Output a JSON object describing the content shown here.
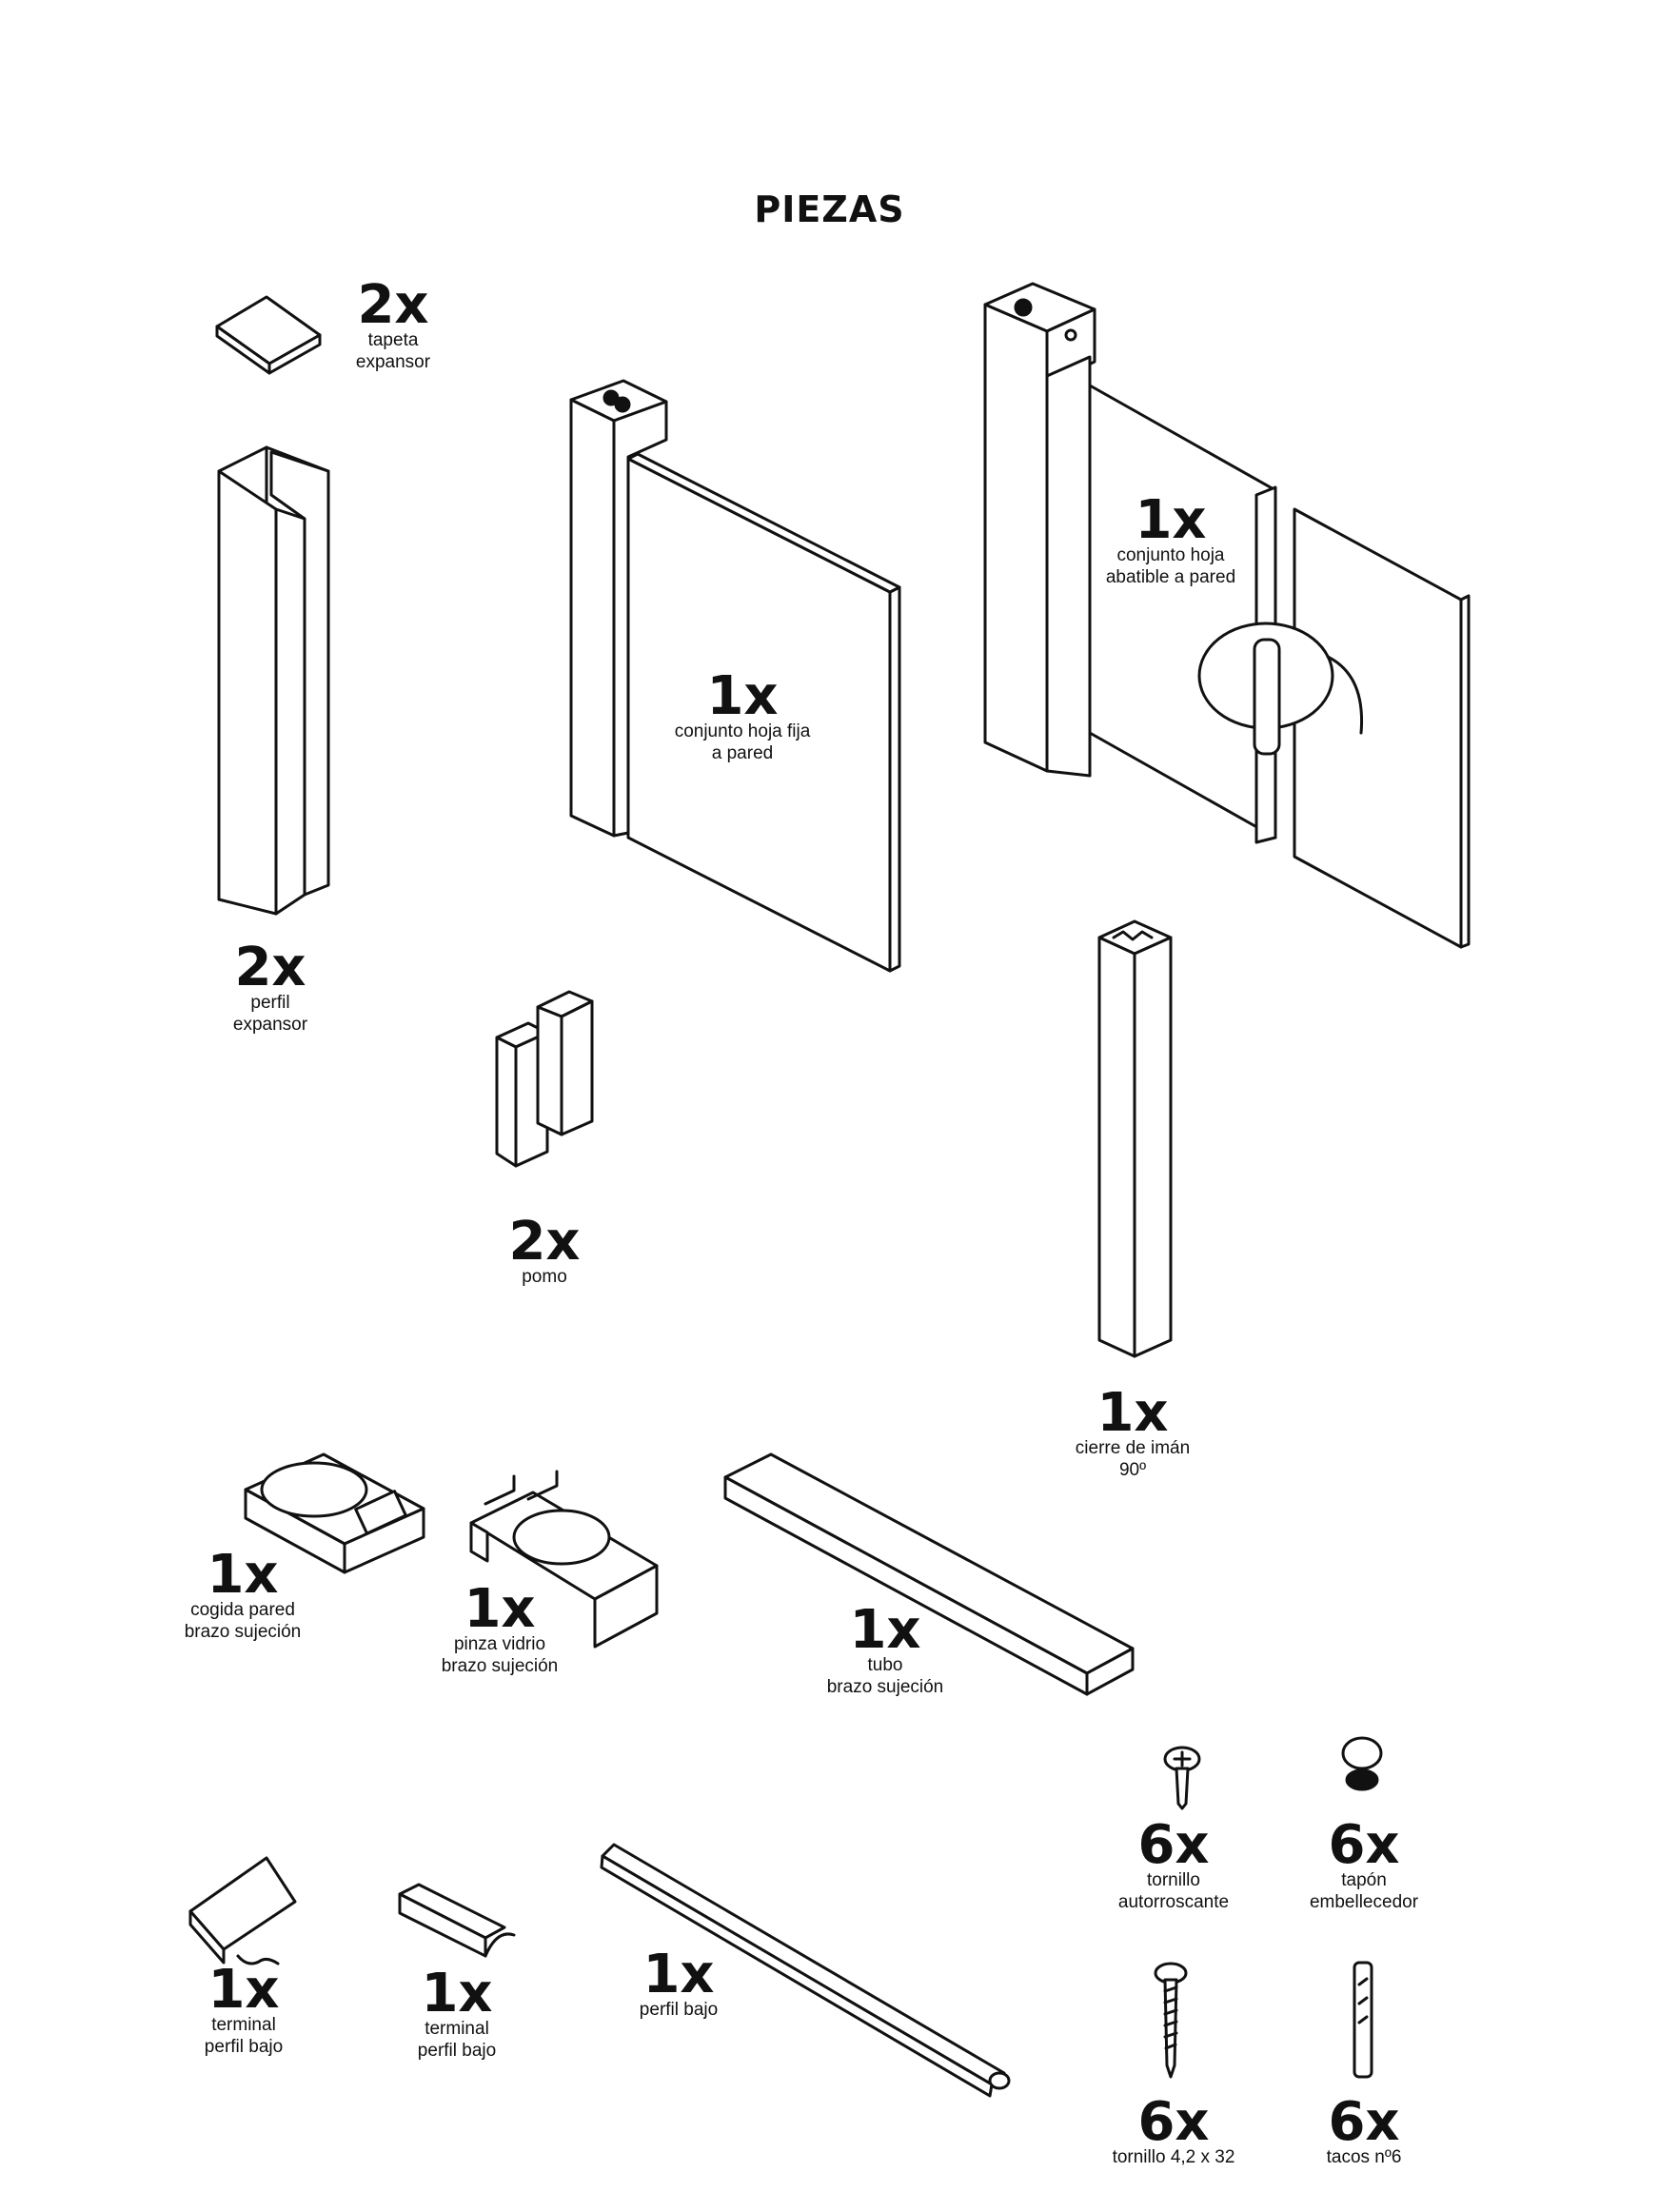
{
  "page": {
    "title": "PIEZAS"
  },
  "parts": [
    {
      "id": "tapeta-expansor",
      "quantity": "2x",
      "line1": "tapeta",
      "line2": "expansor"
    },
    {
      "id": "perfil-expansor",
      "quantity": "2x",
      "line1": "perfil",
      "line2": "expansor"
    },
    {
      "id": "conjunto-hoja-fija",
      "quantity": "1x",
      "line1": "conjunto hoja fija",
      "line2": "a pared"
    },
    {
      "id": "conjunto-hoja-abatible",
      "quantity": "1x",
      "line1": "conjunto hoja",
      "line2": "abatible a pared"
    },
    {
      "id": "pomo",
      "quantity": "2x",
      "line1": "pomo",
      "line2": ""
    },
    {
      "id": "cierre-de-iman",
      "quantity": "1x",
      "line1": "cierre de imán",
      "line2": "90º"
    },
    {
      "id": "cogida-pared",
      "quantity": "1x",
      "line1": "cogida pared",
      "line2": "brazo sujeción"
    },
    {
      "id": "pinza-vidrio",
      "quantity": "1x",
      "line1": "pinza vidrio",
      "line2": "brazo sujeción"
    },
    {
      "id": "tubo",
      "quantity": "1x",
      "line1": "tubo",
      "line2": "brazo sujeción"
    },
    {
      "id": "tornillo-autorroscante",
      "quantity": "6x",
      "line1": "tornillo",
      "line2": "autorroscante"
    },
    {
      "id": "tapon-embellecedor",
      "quantity": "6x",
      "line1": "tapón",
      "line2": "embellecedor"
    },
    {
      "id": "terminal-perfil-bajo-1",
      "quantity": "1x",
      "line1": "terminal",
      "line2": "perfil bajo"
    },
    {
      "id": "terminal-perfil-bajo-2",
      "quantity": "1x",
      "line1": "terminal",
      "line2": "perfil bajo"
    },
    {
      "id": "perfil-bajo",
      "quantity": "1x",
      "line1": "perfil bajo",
      "line2": ""
    },
    {
      "id": "tornillo-4-2x32",
      "quantity": "6x",
      "line1": "tornillo 4,2 x 32",
      "line2": ""
    },
    {
      "id": "tacos-n6",
      "quantity": "6x",
      "line1": "tacos nº6",
      "line2": ""
    }
  ]
}
